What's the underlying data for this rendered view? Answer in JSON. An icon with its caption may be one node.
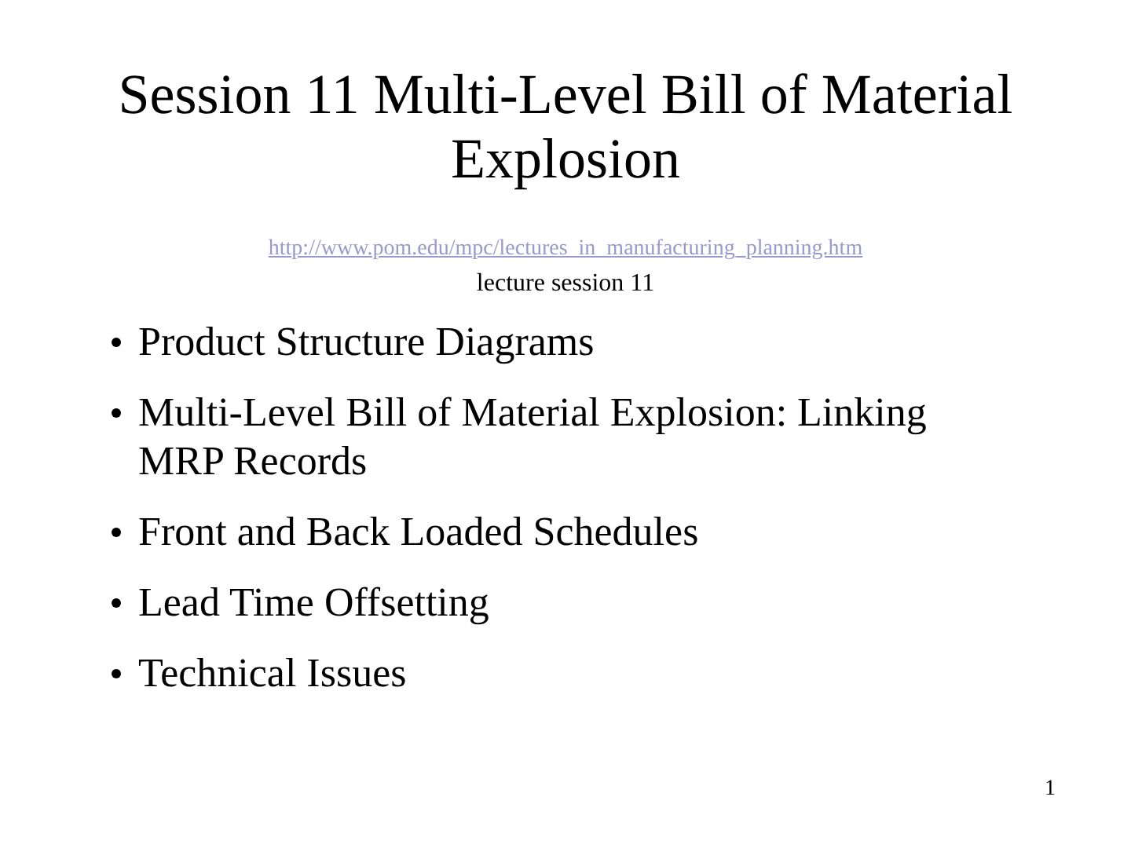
{
  "diagram": {
    "title": "Session 11 Multi-Level Bill of Material Explosion",
    "labels": [
      "http://www.pom.edu/mpc/lectures_in_manufacturing_planning.htm",
      "lecture session 11",
      "Product Structure Diagrams",
      "Multi-Level Bill of Material Explosion: Linking MRP Records",
      "Front and Back Loaded Schedules",
      "Lead Time Offsetting",
      "Technical Issues",
      "1"
    ]
  }
}
